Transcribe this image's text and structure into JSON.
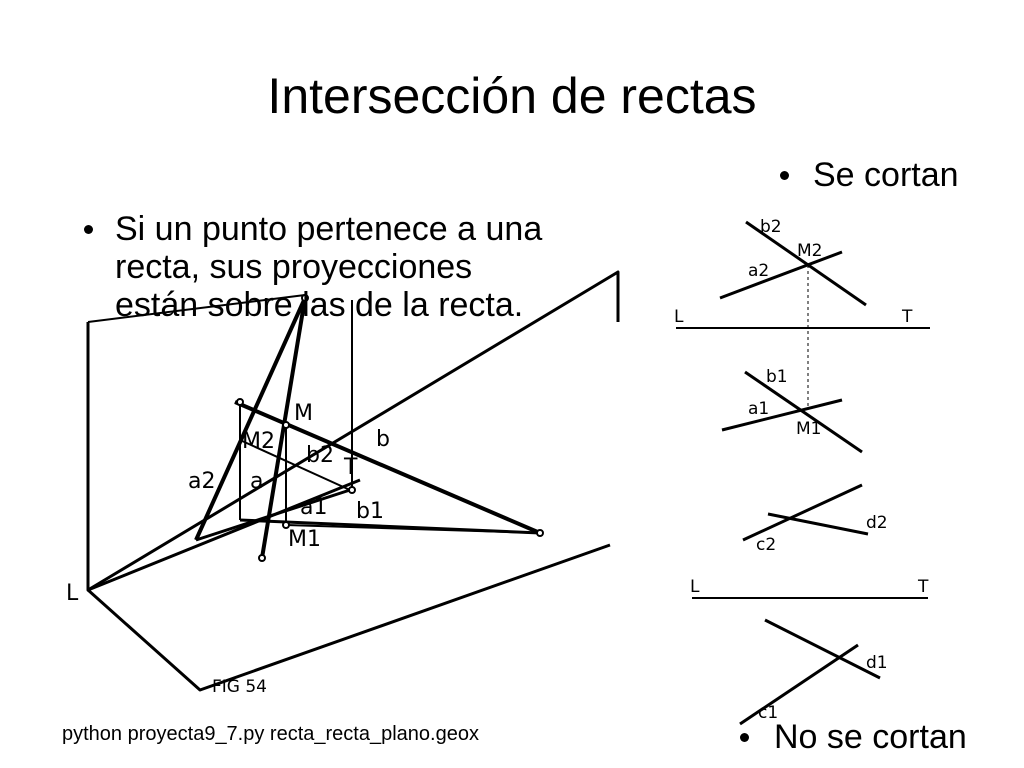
{
  "slide": {
    "title": "Intersección de rectas",
    "bullets": {
      "left": "Si un punto pertenece a una recta, sus proyecciones están sobre las de la recta.",
      "right": "Se cortan",
      "bottom": "No se cortan"
    },
    "caption": "python proyecta9_7.py recta_recta_plano.geox"
  },
  "figure_left": {
    "labels": {
      "a2": "a2",
      "M2": "M2",
      "M": "M",
      "b2": "b2",
      "T": "T",
      "b": "b",
      "a": "a",
      "a1": "a1",
      "b1": "b1",
      "M1": "M1",
      "L": "L",
      "fig": "FIG 54"
    }
  },
  "figure_right": {
    "labels": {
      "b2": "b2",
      "M2": "M2",
      "a2": "a2",
      "L": "L",
      "T": "T",
      "b1": "b1",
      "a1": "a1",
      "M1": "M1",
      "d2": "d2",
      "c2": "c2",
      "L2": "L",
      "T2": "T",
      "d1": "d1",
      "c1": "c1"
    }
  }
}
